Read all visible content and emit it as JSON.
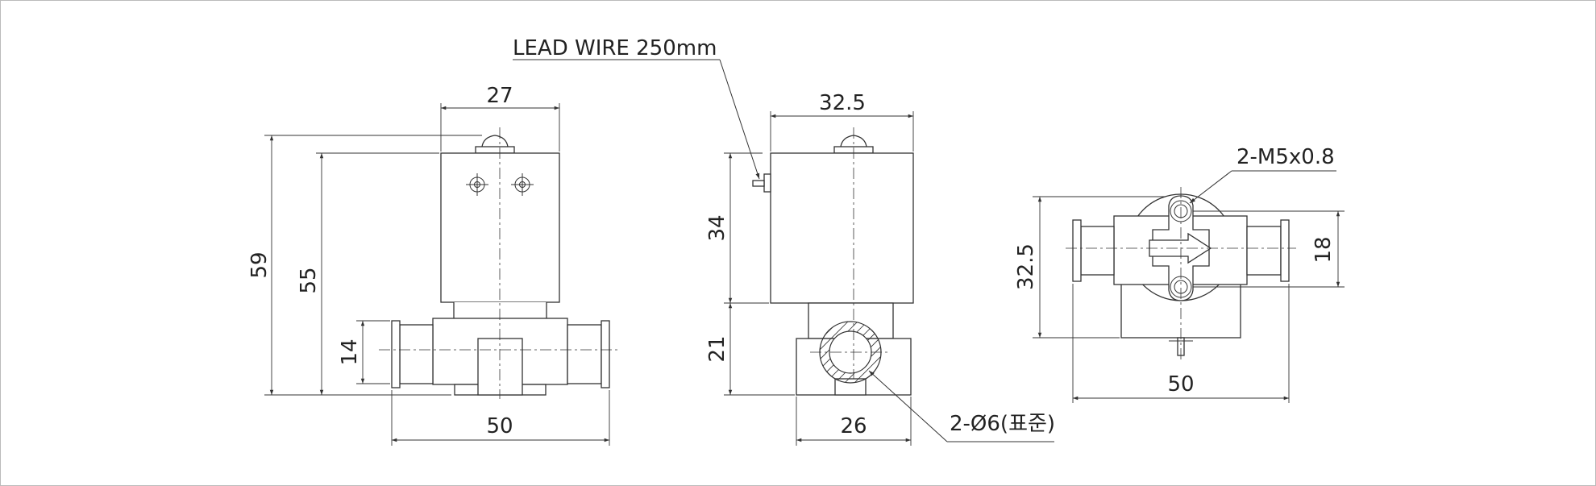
{
  "labels": {
    "lead_wire": "LEAD WIRE 250mm",
    "port_thread": "2-M5x0.8",
    "tube_size": "2-Ø6(표준)"
  },
  "front_view": {
    "width_top": "27",
    "overall_height": "59",
    "body_height": "55",
    "port_height": "14",
    "overall_width": "50"
  },
  "side_view": {
    "coil_width": "32.5",
    "coil_height": "34",
    "base_height": "21",
    "base_width": "26"
  },
  "top_view": {
    "depth": "32.5",
    "port_spacing": "18",
    "overall_width": "50"
  }
}
